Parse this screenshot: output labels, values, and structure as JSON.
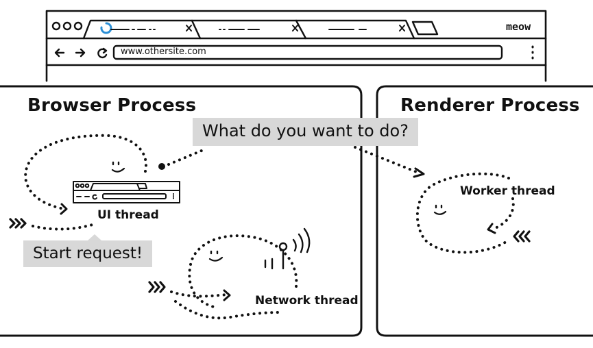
{
  "browser": {
    "url": "www.othersite.com",
    "window_label": "meow"
  },
  "panels": {
    "browser_process": "Browser Process",
    "renderer_process": "Renderer Process"
  },
  "threads": {
    "ui": "UI thread",
    "network": "Network thread",
    "worker": "Worker thread"
  },
  "bubbles": {
    "question": "What do you want to do?",
    "start_request": "Start request!"
  },
  "colors": {
    "ink": "#111111",
    "bubble_bg": "#d8d8d8",
    "spinner": "#2b8fd6"
  }
}
